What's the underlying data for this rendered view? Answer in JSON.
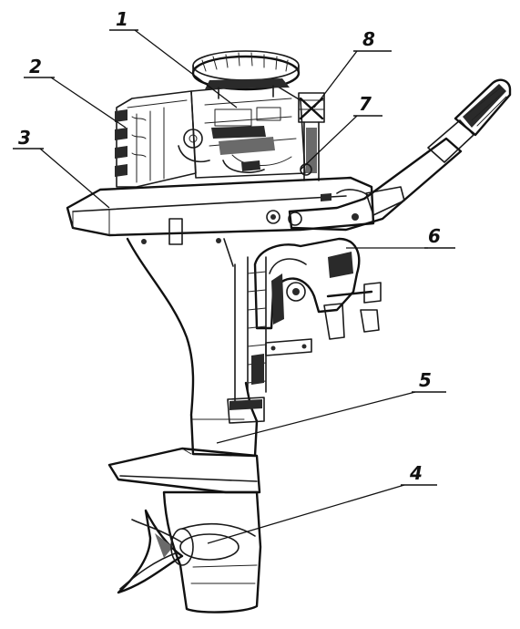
{
  "callouts": [
    {
      "id": "c1",
      "label": "1"
    },
    {
      "id": "c2",
      "label": "2"
    },
    {
      "id": "c3",
      "label": "3"
    },
    {
      "id": "c4",
      "label": "4"
    },
    {
      "id": "c5",
      "label": "5"
    },
    {
      "id": "c6",
      "label": "6"
    },
    {
      "id": "c7",
      "label": "7"
    },
    {
      "id": "c8",
      "label": "8"
    }
  ],
  "colors": {
    "ink": "#1a1a1a",
    "background": "#ffffff"
  }
}
